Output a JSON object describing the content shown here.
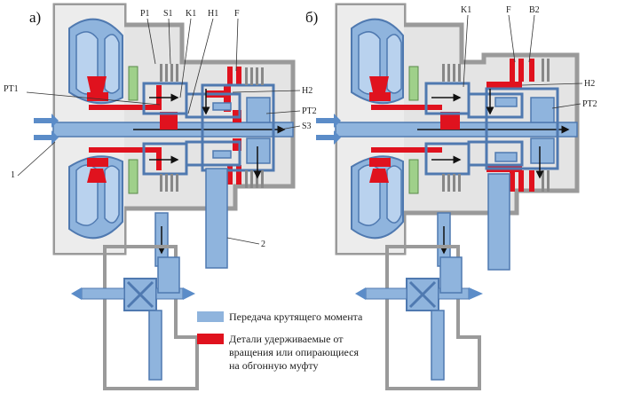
{
  "colors": {
    "torque": "#8fb4dd",
    "torque_stroke": "#4f79b0",
    "held": "#e0121e",
    "housing": "#9a9a9a",
    "housing_fill": "#d2d2d2",
    "green": "#9fd08a"
  },
  "panel_a": {
    "title": "а)",
    "labels": {
      "p1": "P1",
      "s1": "S1",
      "k1": "K1",
      "h1": "H1",
      "f": "F",
      "pt1": "PT1",
      "h2": "H2",
      "pt2": "PT2",
      "s3": "S3",
      "n1": "1",
      "n2": "2"
    }
  },
  "panel_b": {
    "title": "б)",
    "labels": {
      "k1": "K1",
      "f": "F",
      "b2": "B2",
      "h2": "H2",
      "pt2": "PT2"
    }
  },
  "legend": {
    "torque_text": "Передача крутящего момента",
    "held_line1": "Детали удерживаемые от",
    "held_line2": "вращения или опирающиеся",
    "held_line3": "на обгонную муфту"
  }
}
